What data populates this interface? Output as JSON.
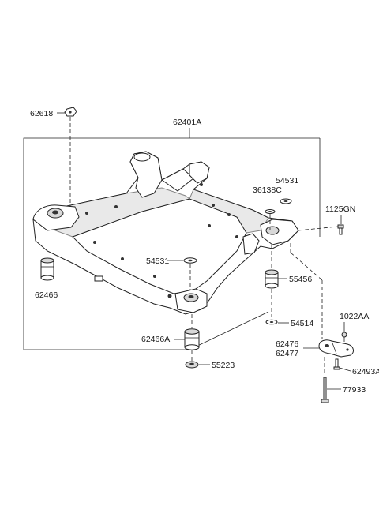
{
  "labels": {
    "p62618": "62618",
    "p62401A": "62401A",
    "p54531_top": "54531",
    "p36138C": "36138C",
    "p1125GN": "1125GN",
    "p54531_mid": "54531",
    "p55456": "55456",
    "p62466": "62466",
    "p54514": "54514",
    "p1022AA": "1022AA",
    "p62466A": "62466A",
    "p62476": "62476",
    "p62477": "62477",
    "p62493": "62493A",
    "p55223": "55223",
    "p77933": "77933"
  }
}
